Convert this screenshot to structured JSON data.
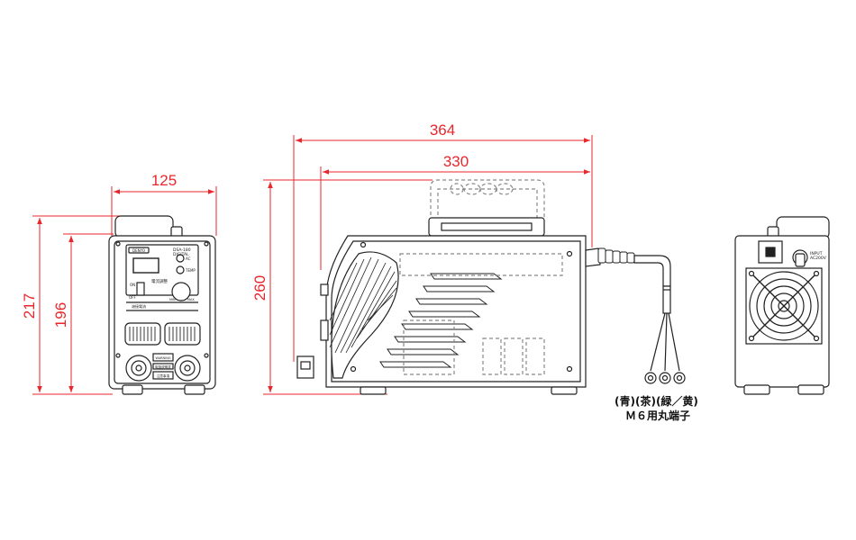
{
  "dimensions": {
    "front_width": "125",
    "front_height_total": "217",
    "front_height_body": "196",
    "side_length_total": "364",
    "side_length_body": "330",
    "side_height": "260"
  },
  "front_panel": {
    "brand_badge": "DENYO",
    "model_line1": "DSA-180",
    "model_line2": "DIGITAL",
    "switch_on": "ON",
    "switch_off": "OFF",
    "indicator_1": "AC",
    "indicator_2": "TEMP",
    "knob_min": "MIN",
    "knob_max": "MAX",
    "label_1": "電流調整",
    "label_2": "溶接電流",
    "plate_1": "WARNING",
    "plate_2": "取扱説明書",
    "plate_3": "注意事項"
  },
  "rear_panel": {
    "input_label_1": "INPUT",
    "input_label_2": "AC200V"
  },
  "cable_note": {
    "colors": "(青)(茶)(緑／黄)",
    "terminal": "Ｍ６用丸端子"
  },
  "colors": {
    "dimension": "#e8262c",
    "outline": "#222222",
    "dashed": "#888888"
  }
}
